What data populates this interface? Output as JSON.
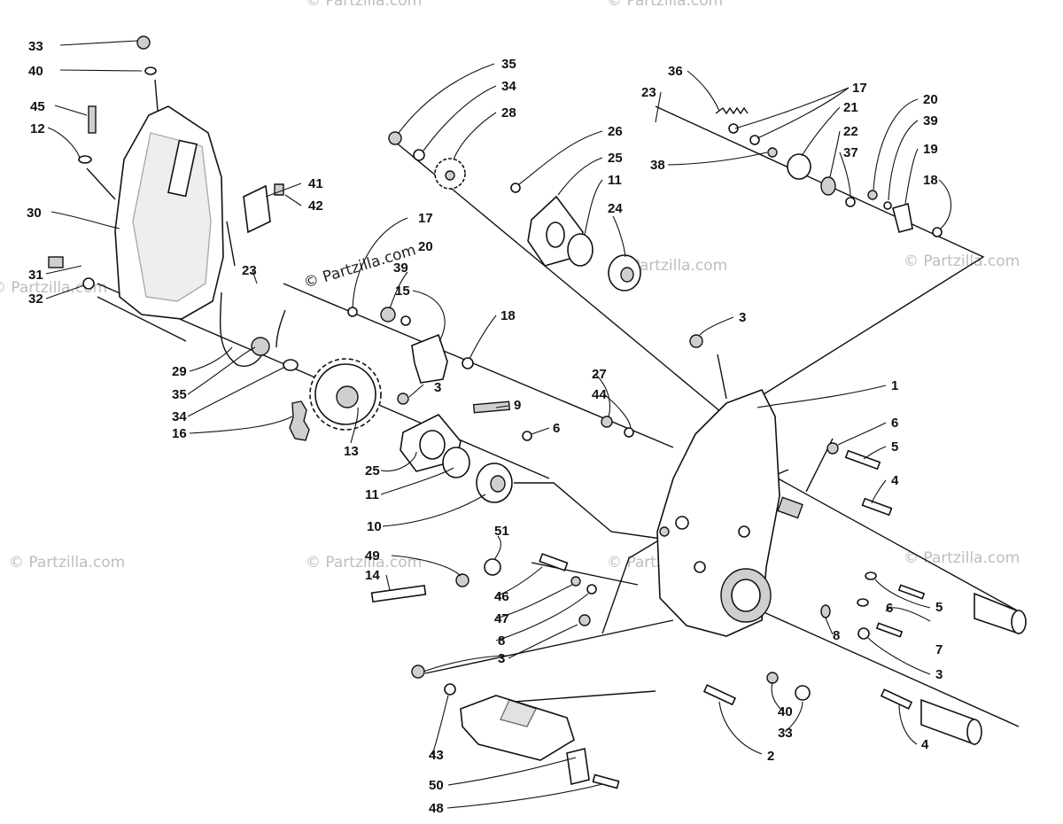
{
  "watermarks": {
    "light": "© Partzilla.com",
    "dark": "© Partzilla.com"
  },
  "callouts": {
    "c33a": "33",
    "c40a": "40",
    "c45": "45",
    "c12": "12",
    "c30": "30",
    "c31": "31",
    "c32": "32",
    "c41": "41",
    "c42": "42",
    "c23a": "23",
    "c17a": "17",
    "c20a": "20",
    "c39a": "39",
    "c15": "15",
    "c18a": "18",
    "c29": "29",
    "c35a": "35",
    "c34a": "34",
    "c16": "16",
    "c13": "13",
    "c3a": "3",
    "c9": "9",
    "c6a": "6",
    "c25a": "25",
    "c11a": "11",
    "c10": "10",
    "c35b": "35",
    "c34b": "34",
    "c28": "28",
    "c26": "26",
    "c25b": "25",
    "c11b": "11",
    "c24": "24",
    "c36": "36",
    "c23b": "23",
    "c17b": "17",
    "c21": "21",
    "c22": "22",
    "c37": "37",
    "c38": "38",
    "c20b": "20",
    "c39b": "39",
    "c19": "19",
    "c18b": "18",
    "c3b": "3",
    "c1": "1",
    "c27": "27",
    "c44": "44",
    "c6b": "6",
    "c5a": "5",
    "c4a": "4",
    "c51": "51",
    "c49": "49",
    "c14": "14",
    "c46": "46",
    "c47": "47",
    "c8a": "8",
    "c3c": "3",
    "c6c": "6",
    "c5b": "5",
    "c8b": "8",
    "c7": "7",
    "c3d": "3",
    "c3e": "3",
    "c43": "43",
    "c50": "50",
    "c48": "48",
    "c40b": "40",
    "c33b": "33",
    "c2": "2",
    "c4b": "4"
  }
}
